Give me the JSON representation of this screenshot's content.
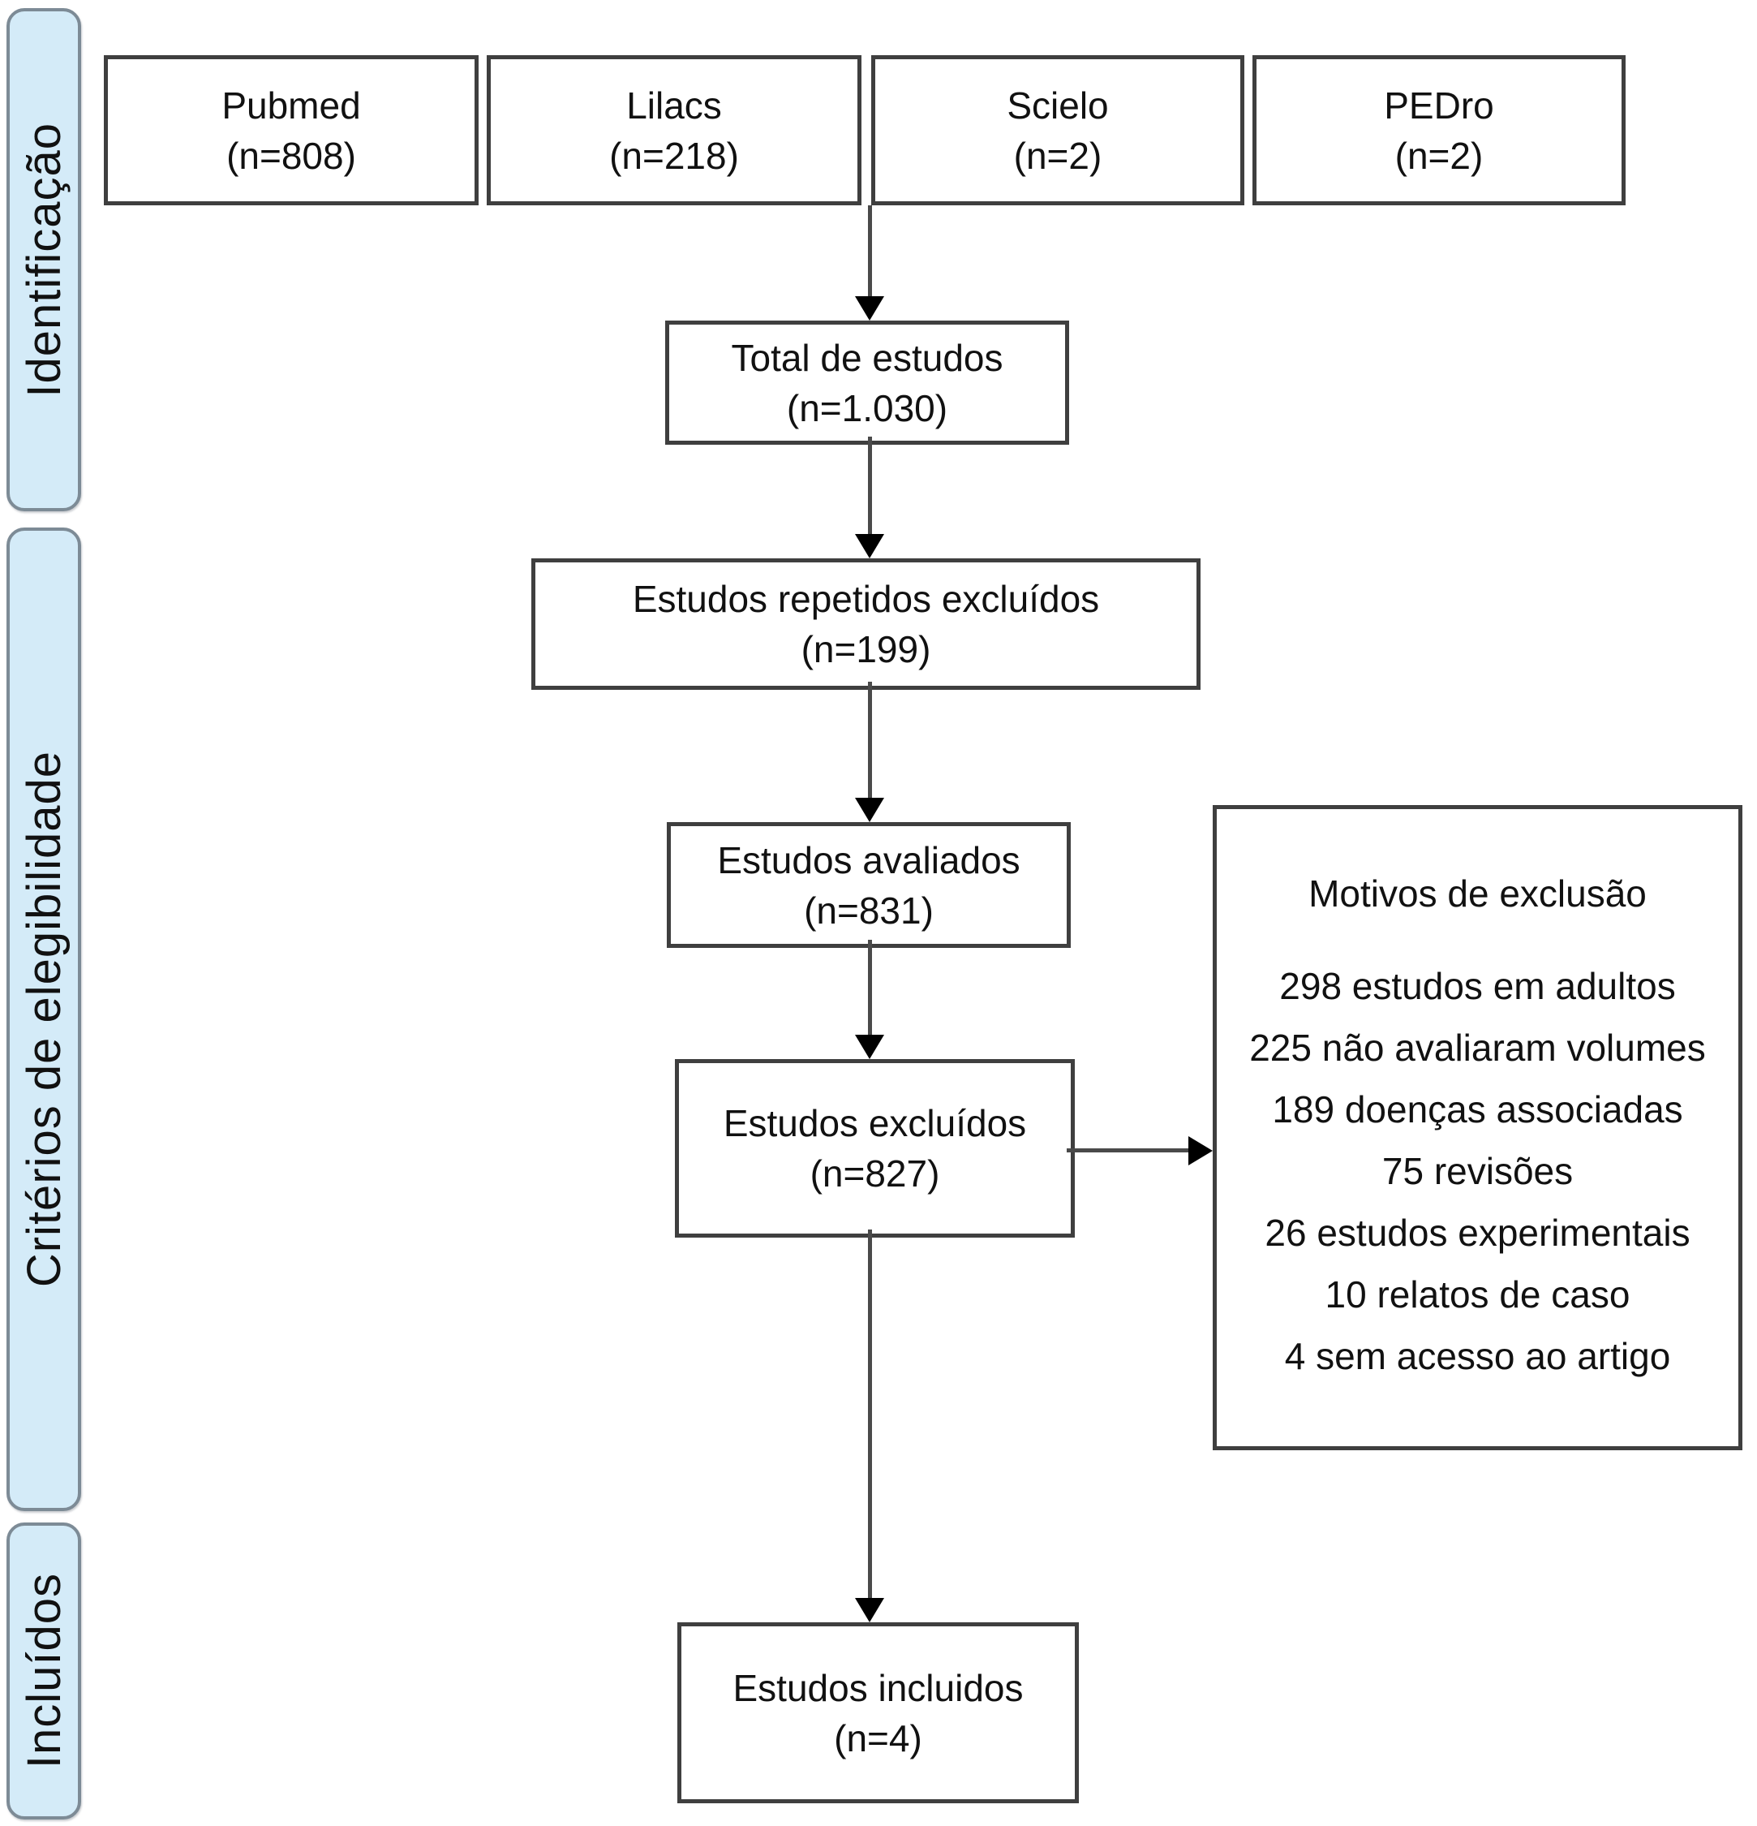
{
  "colors": {
    "background": "#ffffff",
    "stage_fill": "#d4ebf8",
    "stage_border": "#7d8b96",
    "box_border": "#3f3f3f",
    "arrow": "#4a4a4a",
    "text": "#111111"
  },
  "stages": [
    {
      "label": "Identificação"
    },
    {
      "label": "Critérios de elegibilidade"
    },
    {
      "label": "Incluídos"
    }
  ],
  "sources": [
    {
      "name": "Pubmed",
      "count": "(n=808)"
    },
    {
      "name": "Lilacs",
      "count": "(n=218)"
    },
    {
      "name": "Scielo",
      "count": "(n=2)"
    },
    {
      "name": "PEDro",
      "count": "(n=2)"
    }
  ],
  "flow": {
    "total": {
      "label": "Total de estudos",
      "count": "(n=1.030)"
    },
    "repeated": {
      "label": "Estudos repetidos excluídos",
      "count": "(n=199)"
    },
    "assessed": {
      "label": "Estudos avaliados",
      "count": "(n=831)"
    },
    "excluded": {
      "label": "Estudos excluídos",
      "count": "(n=827)"
    },
    "included": {
      "label": "Estudos incluidos",
      "count": "(n=4)"
    }
  },
  "exclusion_reasons": {
    "title": "Motivos de exclusão",
    "items": [
      "298 estudos em adultos",
      "225 não avaliaram volumes",
      "189 doenças associadas",
      "75 revisões",
      "26 estudos experimentais",
      "10 relatos de caso",
      "4 sem acesso ao artigo"
    ]
  }
}
